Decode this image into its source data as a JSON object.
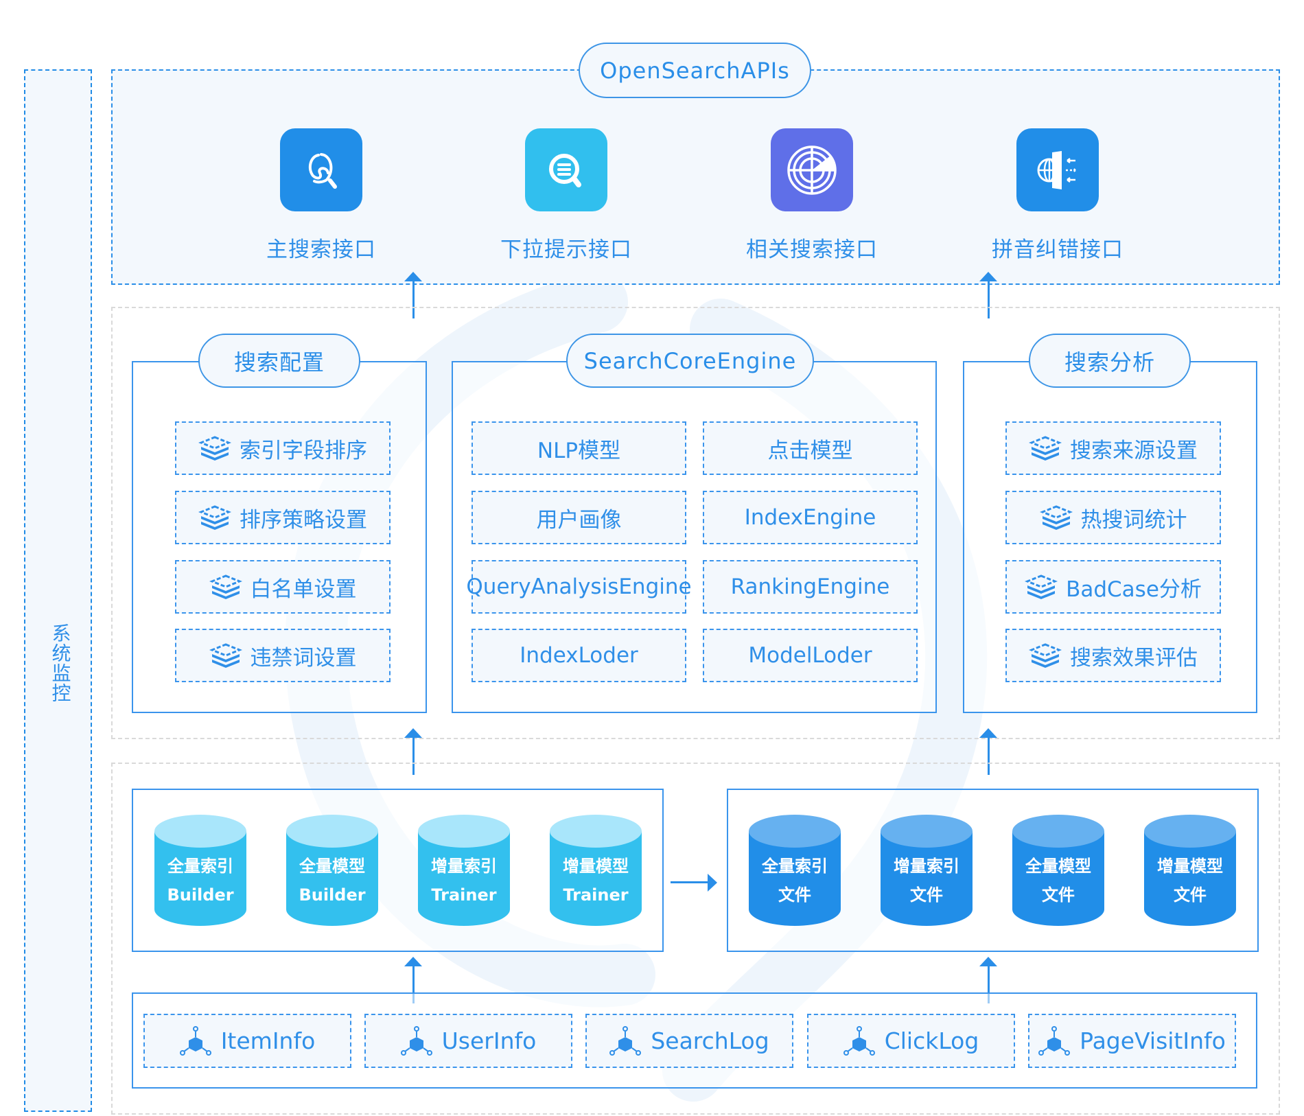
{
  "sidebar": {
    "label": "系统监控"
  },
  "top": {
    "title": "OpenSearchAPIs",
    "apis": [
      {
        "label": "主搜索接口",
        "icon": "search-swirl-icon",
        "color": "#218ee8"
      },
      {
        "label": "下拉提示接口",
        "icon": "search-list-icon",
        "color": "#31bfee"
      },
      {
        "label": "相关搜索接口",
        "icon": "radar-icon",
        "color": "#5f6fe8"
      },
      {
        "label": "拼音纠错接口",
        "icon": "globe-translate-icon",
        "color": "#218ee8"
      }
    ]
  },
  "middle": {
    "config": {
      "title": "搜索配置",
      "items": [
        "索引字段排序",
        "排序策略设置",
        "白名单设置",
        "违禁词设置"
      ]
    },
    "core": {
      "title": "SearchCoreEngine",
      "items": [
        "NLP模型",
        "点击模型",
        "用户画像",
        "IndexEngine",
        "QueryAnalysisEngine",
        "RankingEngine",
        "IndexLoder",
        "ModelLoder"
      ]
    },
    "analysis": {
      "title": "搜索分析",
      "items": [
        "搜索来源设置",
        "热搜词统计",
        "BadCase分析",
        "搜索效果评估"
      ]
    }
  },
  "bottom": {
    "builders": [
      {
        "line1": "全量索引",
        "line2": "Builder"
      },
      {
        "line1": "全量模型",
        "line2": "Builder"
      },
      {
        "line1": "增量索引",
        "line2": "Trainer"
      },
      {
        "line1": "增量模型",
        "line2": "Trainer"
      }
    ],
    "files": [
      {
        "line1": "全量索引",
        "line2": "文件"
      },
      {
        "line1": "增量索引",
        "line2": "文件"
      },
      {
        "line1": "全量模型",
        "line2": "文件"
      },
      {
        "line1": "增量模型",
        "line2": "文件"
      }
    ],
    "sources": [
      "ItemInfo",
      "UserInfo",
      "SearchLog",
      "ClickLog",
      "PageVisitInfo"
    ]
  },
  "colors": {
    "accent": "#2a8ee8",
    "builder_cylinder": "#33c0ee",
    "builder_cylinder_top": "#a9e6fb",
    "file_cylinder": "#218ee8",
    "file_cylinder_top": "#66b1f0",
    "panel_bg": "#f3f8fd",
    "gray_dash": "#d9d9d9"
  }
}
